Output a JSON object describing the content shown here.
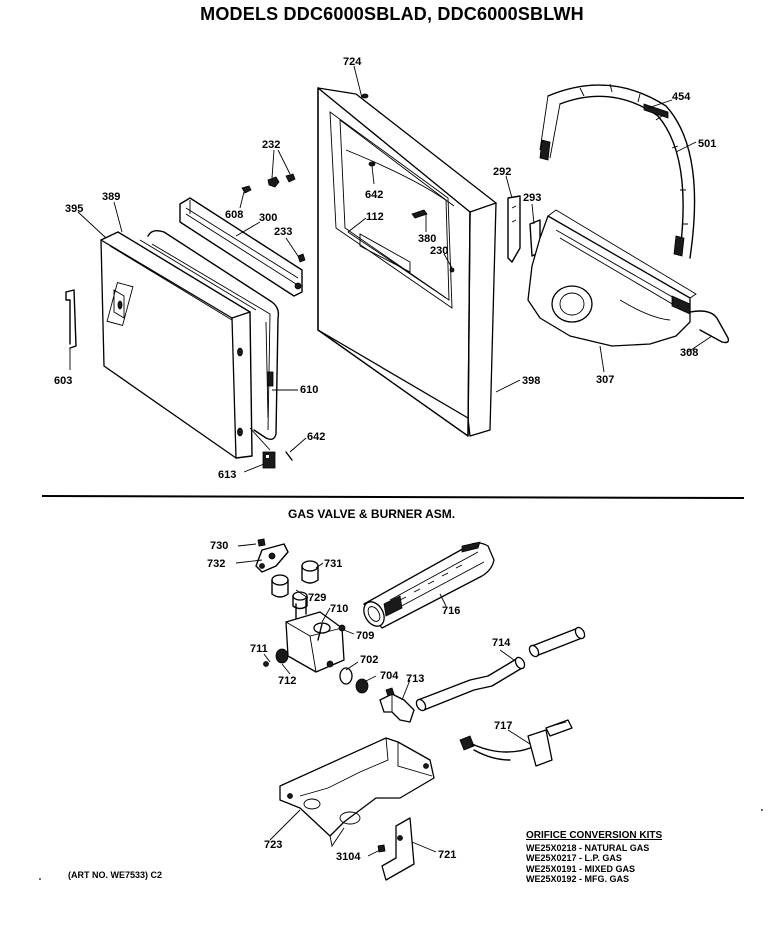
{
  "header": {
    "title": "MODELS DDC6000SBLAD, DDC6000SBLWH"
  },
  "section": {
    "gas_valve_title": "GAS VALVE & BURNER ASM."
  },
  "callouts": {
    "c724": "724",
    "c454": "454",
    "c501": "501",
    "c232": "232",
    "c642a": "642",
    "c112": "112",
    "c389": "389",
    "c395": "395",
    "c608": "608",
    "c300": "300",
    "c233": "233",
    "c380": "380",
    "c230": "230",
    "c292": "292",
    "c293": "293",
    "c603": "603",
    "c610": "610",
    "c642b": "642",
    "c613": "613",
    "c398": "398",
    "c307": "307",
    "c308": "308",
    "c730": "730",
    "c732": "732",
    "c731": "731",
    "c729": "729",
    "c710": "710",
    "c716": "716",
    "c709": "709",
    "c711": "711",
    "c714": "714",
    "c702": "702",
    "c712": "712",
    "c704": "704",
    "c713": "713",
    "c717": "717",
    "c723": "723",
    "c3104": "3104",
    "c721": "721"
  },
  "orifice_kits": {
    "title": "ORIFICE CONVERSION KITS",
    "items": [
      "WE25X0218 - NATURAL GAS",
      "WE25X0217 - L.P. GAS",
      "WE25X0191 - MIXED GAS",
      "WE25X0192 - MFG. GAS"
    ]
  },
  "art_note": "(ART NO. WE7533)  C2"
}
